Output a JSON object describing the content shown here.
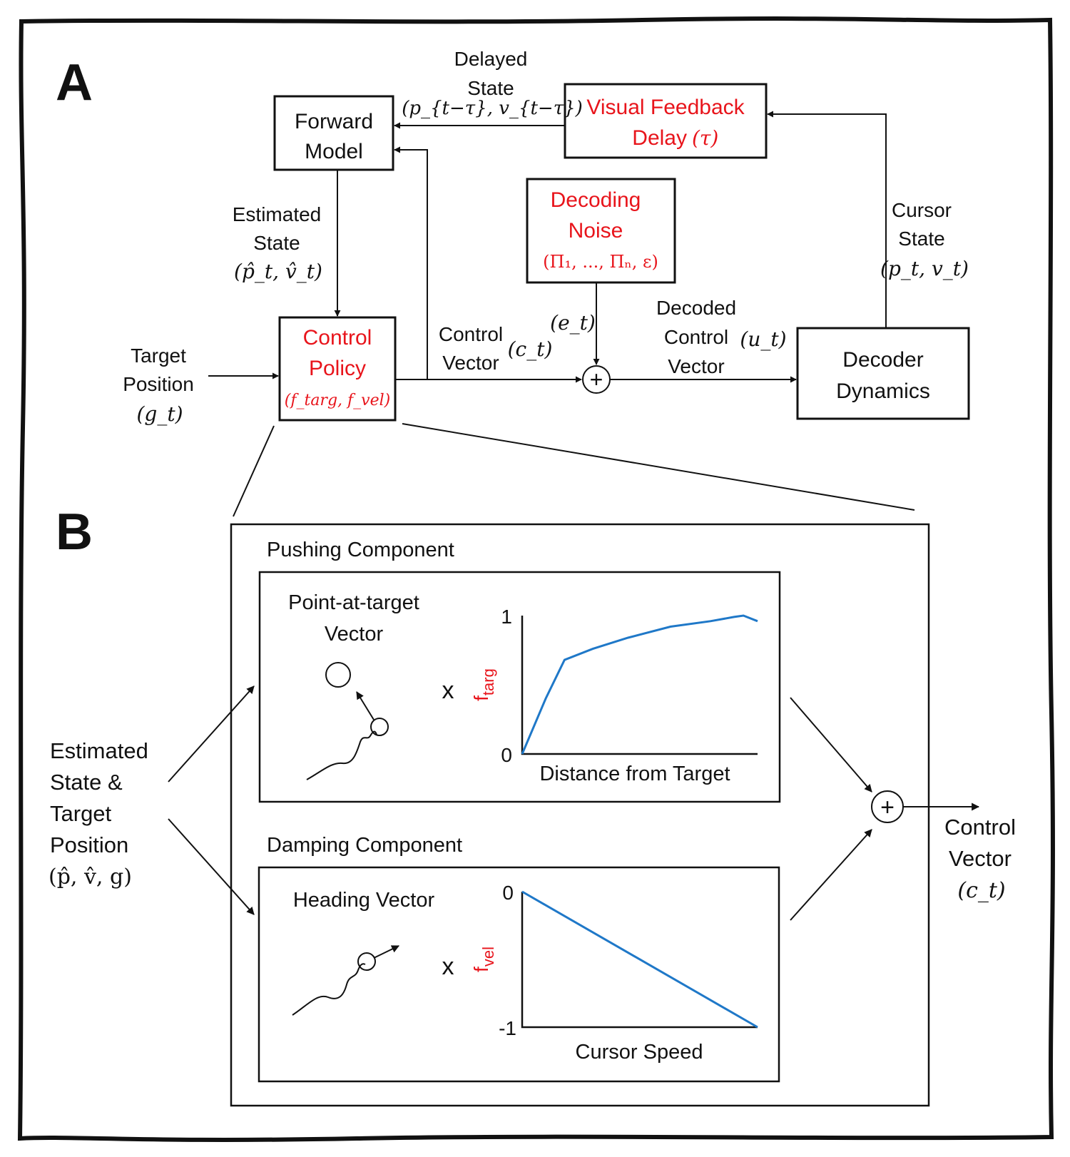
{
  "panel_a": {
    "label": "A",
    "forward_model": [
      "Forward",
      "Model"
    ],
    "visual_feedback": {
      "line1": "Visual Feedback",
      "line2": "Delay",
      "symbol": "(τ)"
    },
    "decoding_noise": {
      "line1": "Decoding",
      "line2": "Noise",
      "symbol": "(Π₁, ..., Πₙ, ε)"
    },
    "control_policy": {
      "line1": "Control",
      "line2": "Policy",
      "symbol": "(f_targ, f_vel)"
    },
    "decoder_dynamics": [
      "Decoder",
      "Dynamics"
    ],
    "delayed_state": {
      "line1": "Delayed",
      "line2": "State",
      "symbol": "(p_{t−τ}, v_{t−τ})"
    },
    "estimated_state": {
      "line1": "Estimated",
      "line2": "State",
      "symbol": "(p̂_t, v̂_t)"
    },
    "target_position": {
      "line1": "Target",
      "line2": "Position",
      "symbol": "(g_t)"
    },
    "control_vector": {
      "line1": "Control",
      "line2": "Vector",
      "symbol": "(c_t)"
    },
    "noise_term": "(e_t)",
    "decoded_control_vector": {
      "line1": "Decoded",
      "line2": "Control",
      "line3": "Vector",
      "symbol": "(u_t)"
    },
    "cursor_state": {
      "line1": "Cursor",
      "line2": "State",
      "symbol": "(p_t, v_t)"
    },
    "sum_symbol": "+"
  },
  "panel_b": {
    "label": "B",
    "pushing_title": "Pushing Component",
    "damping_title": "Damping Component",
    "point_at_target": [
      "Point-at-target",
      "Vector"
    ],
    "heading_vector": "Heading Vector",
    "times_symbol": "x",
    "inputs": {
      "line1": "Estimated",
      "line2": "State &",
      "line3": "Target",
      "line4": "Position",
      "symbol": "(p̂, v̂, g)"
    },
    "output": {
      "line1": "Control",
      "line2": "Vector",
      "symbol": "(c_t)"
    },
    "sum_symbol": "+"
  },
  "chart_data": [
    {
      "type": "line",
      "xlabel": "Distance from Target",
      "ylabel": "f_targ",
      "y_ticks": [
        "1",
        "0"
      ],
      "ylim": [
        0,
        1
      ],
      "xlim": [
        0,
        1
      ],
      "series": [
        {
          "color": "#1f78c8",
          "x": [
            0,
            0.1,
            0.18,
            0.3,
            0.45,
            0.63,
            0.8,
            0.9,
            0.94,
            1.0
          ],
          "y": [
            0,
            0.4,
            0.68,
            0.76,
            0.84,
            0.92,
            0.96,
            0.99,
            1.0,
            0.96
          ]
        }
      ]
    },
    {
      "type": "line",
      "xlabel": "Cursor Speed",
      "ylabel": "f_vel",
      "y_ticks": [
        "0",
        "-1"
      ],
      "ylim": [
        -1,
        0
      ],
      "xlim": [
        0,
        1
      ],
      "series": [
        {
          "color": "#1f78c8",
          "x": [
            0,
            1
          ],
          "y": [
            0,
            -1
          ]
        }
      ]
    }
  ]
}
